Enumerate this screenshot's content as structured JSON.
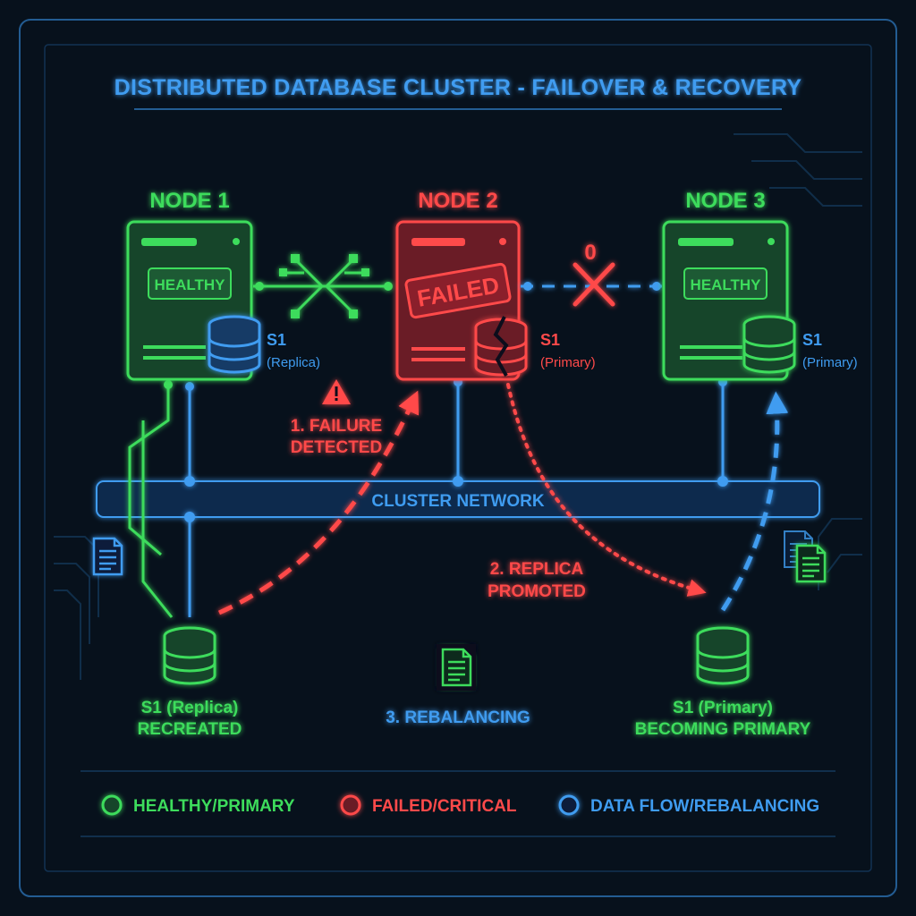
{
  "title": "DISTRIBUTED DATABASE CLUSTER - FAILOVER & RECOVERY",
  "colors": {
    "healthy": "#3ddc5c",
    "failed": "#ff4a4a",
    "flow": "#3f9cf0",
    "background": "#07111c"
  },
  "nodes": [
    {
      "name": "NODE 1",
      "status": "HEALTHY",
      "shard": "S1",
      "shard_role": "(Replica)"
    },
    {
      "name": "NODE 2",
      "status": "FAILED",
      "shard": "S1",
      "shard_role": "(Primary)"
    },
    {
      "name": "NODE 3",
      "status": "HEALTHY",
      "shard": "S1",
      "shard_role": "(Primary)"
    }
  ],
  "link_failure_count": "0",
  "network_label": "CLUSTER NETWORK",
  "steps": {
    "failure_line1": "1. FAILURE",
    "failure_line2": "DETECTED",
    "promoted_line1": "2. REPLICA",
    "promoted_line2": "PROMOTED",
    "rebalancing": "3. REBALANCING"
  },
  "bottom_left": {
    "line1": "S1 (Replica)",
    "line2": "RECREATED"
  },
  "bottom_right": {
    "line1": "S1 (Primary)",
    "line2": "BECOMING PRIMARY"
  },
  "legend": [
    {
      "label": "HEALTHY/PRIMARY",
      "color": "#3ddc5c"
    },
    {
      "label": "FAILED/CRITICAL",
      "color": "#ff4a4a"
    },
    {
      "label": "DATA FLOW/REBALANCING",
      "color": "#3f9cf0"
    }
  ]
}
